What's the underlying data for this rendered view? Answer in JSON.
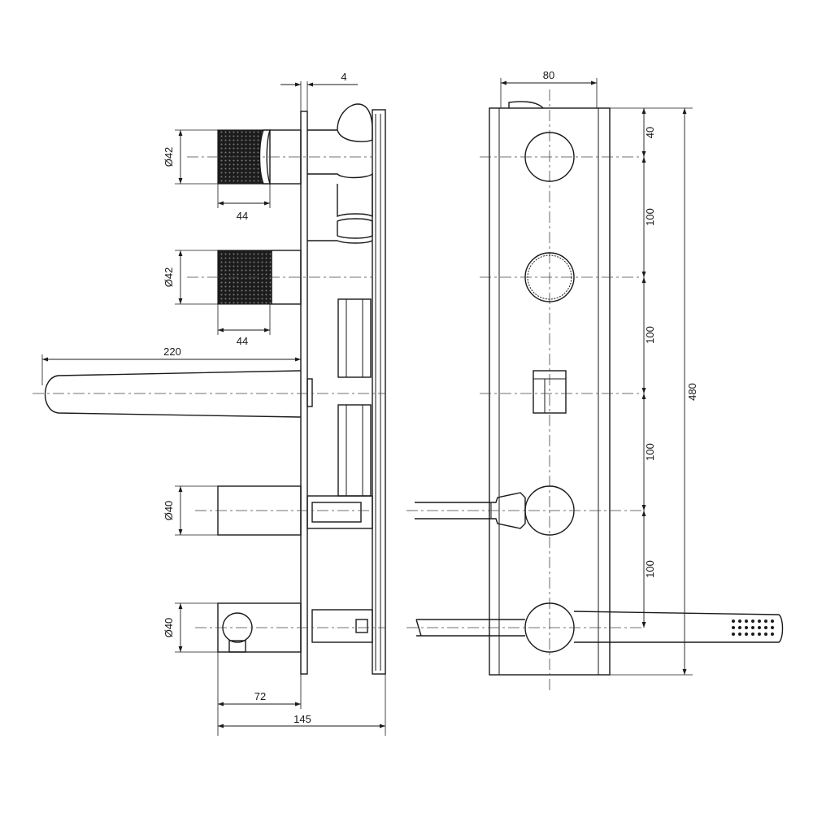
{
  "side_view": {
    "dim_plate_thickness": "4",
    "dim_handle1_diameter": "Ø42",
    "dim_handle1_length": "44",
    "dim_handle2_diameter": "Ø42",
    "dim_handle2_length": "44",
    "dim_spout_length": "220",
    "dim_outlet1_diameter": "Ø40",
    "dim_outlet2_diameter": "Ø40",
    "dim_outlet_projection": "72",
    "dim_total_depth": "145"
  },
  "front_view": {
    "dim_plate_width": "80",
    "dim_top_offset": "40",
    "dim_spacing_1": "100",
    "dim_spacing_2": "100",
    "dim_spacing_3": "100",
    "dim_spacing_4": "100",
    "dim_total_height": "480"
  }
}
